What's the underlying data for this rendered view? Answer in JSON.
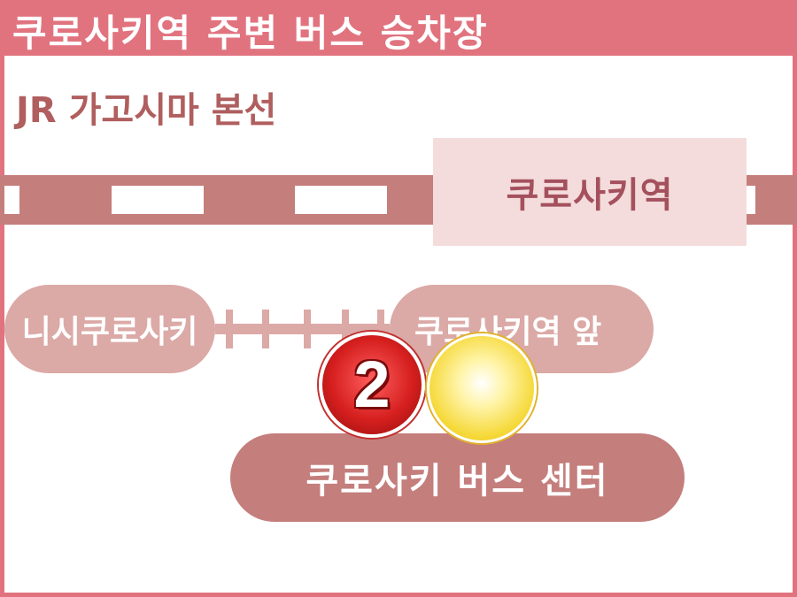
{
  "header": {
    "title": "쿠로사키역 주변 버스 승차장"
  },
  "map": {
    "line_name": "JR 가고시마 본선",
    "station": "쿠로사키역",
    "stops": {
      "nishi_kurosaki": "니시쿠로사키",
      "station_front": "쿠로사키역 앞",
      "bus_center": "쿠로사키 버스 센터"
    },
    "platform_number": "2"
  },
  "colors": {
    "title_bar": "#e1737f",
    "rail": "#c47e7c",
    "station_box": "#f4dcdc",
    "stop_pill_light": "#dba9a6",
    "stop_pill_dark": "#c47e7c",
    "stop_marker_red": "#d61f1f",
    "stop_marker_yellow": "#f5d836"
  },
  "icons": [
    "bus-stop-number-marker",
    "bus-stop-yellow-marker"
  ]
}
